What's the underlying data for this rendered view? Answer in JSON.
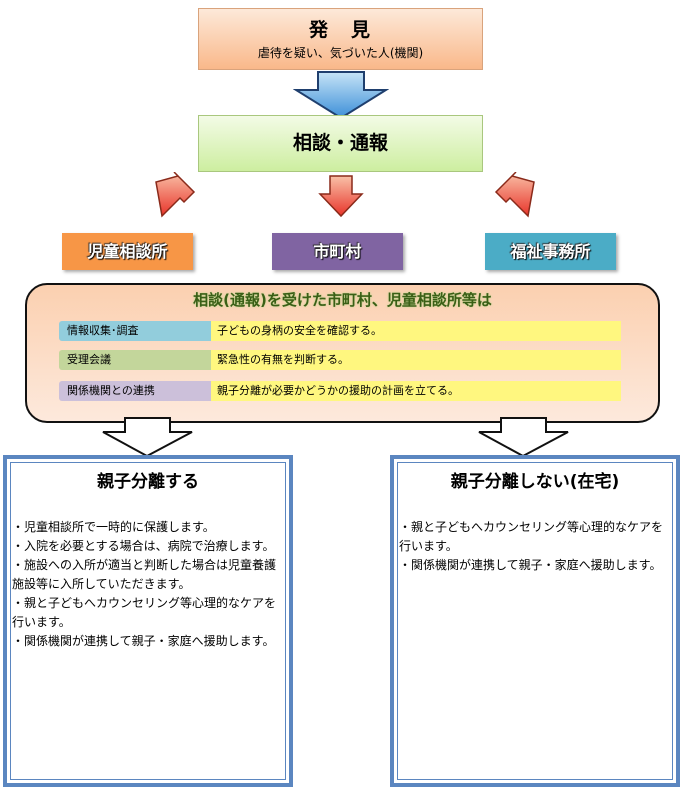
{
  "discovery": {
    "title": "発　見",
    "subtitle": "虐待を疑い、気づいた人(機関)"
  },
  "consult": {
    "title": "相談・通報"
  },
  "orgs": [
    {
      "label": "児童相談所",
      "color": "#f79646"
    },
    {
      "label": "市町村",
      "color": "#8064a2"
    },
    {
      "label": "福祉事務所",
      "color": "#4bacc6"
    }
  ],
  "process": {
    "heading": "相談(通報)を受けた市町村、児童相談所等は",
    "rows": [
      {
        "label": "情報収集･調査",
        "text": "子どもの身柄の安全を確認する。",
        "color": "#92cddc"
      },
      {
        "label": "受理会議",
        "text": "緊急性の有無を判断する。",
        "color": "#c3d69b"
      },
      {
        "label": "関係機関との連携",
        "text": "親子分離が必要かどうかの援助の計画を立てる。",
        "color": "#ccc0da"
      }
    ]
  },
  "separate": {
    "title": "親子分離する",
    "items": [
      "・児童相談所で一時的に保護します。",
      "・入院を必要とする場合は、病院で治療します。",
      "・施設への入所が適当と判断した場合は児童養護施設等に入所していただきます。",
      "・親と子どもへカウンセリング等心理的なケアを行います。",
      "・関係機関が連携して親子・家庭へ援助します。"
    ]
  },
  "home": {
    "title": "親子分離しない(在宅)",
    "items": [
      "・親と子どもへカウンセリング等心理的なケアを行います。",
      "・関係機関が連携して親子・家庭へ援助します。"
    ]
  }
}
